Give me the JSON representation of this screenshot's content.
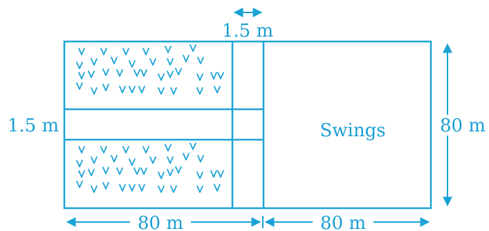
{
  "colors": {
    "stroke": "#1aa3d6",
    "text": "#1a9fd3",
    "background": "#ffffff"
  },
  "labels": {
    "path_width_top": "1.5 m",
    "path_width_left": "1.5 m",
    "height_right": "80 m",
    "width_bottom_left": "80 m",
    "width_bottom_right": "80 m",
    "swings": "Swings"
  },
  "icons": {
    "grass": "grass-tuft-icon"
  }
}
